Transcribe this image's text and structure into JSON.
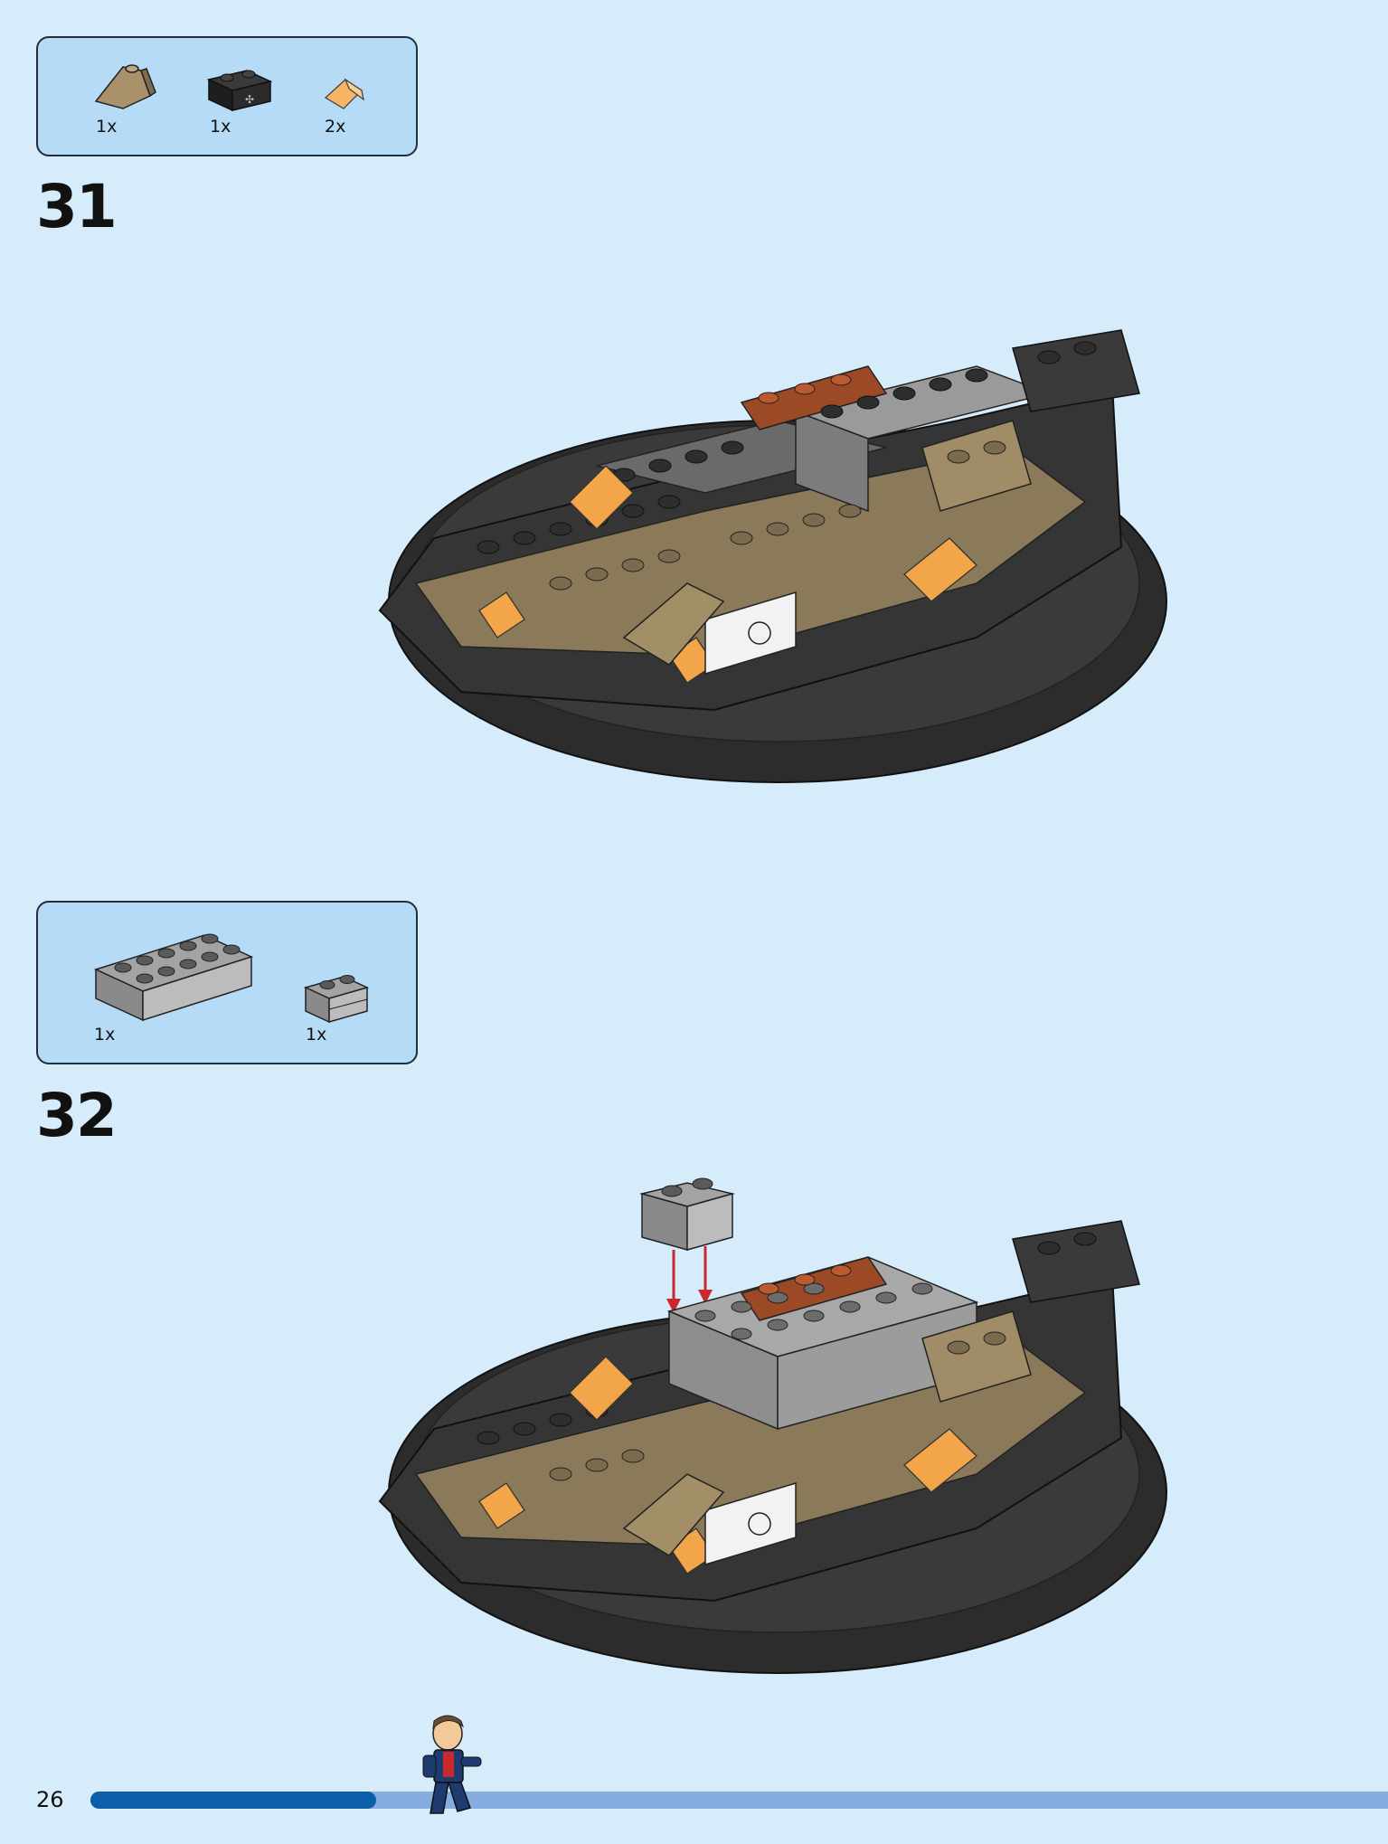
{
  "steps": [
    {
      "number": "31",
      "parts": [
        {
          "name": "tan-slope-2x2",
          "qty": "1x"
        },
        {
          "name": "black-technic-brick-1x2",
          "qty": "1x"
        },
        {
          "name": "trans-orange-slope-1x1",
          "qty": "2x"
        }
      ]
    },
    {
      "number": "32",
      "parts": [
        {
          "name": "grey-brick-2x6",
          "qty": "1x"
        },
        {
          "name": "grey-brick-1x2-modified",
          "qty": "1x"
        }
      ]
    }
  ],
  "footer": {
    "page_number": "26",
    "progress": 0.22
  },
  "colors": {
    "background": "#d6ecfb",
    "parts_box": "#b6dbf6",
    "progress_fill": "#0d5ea8",
    "progress_track": "#87acdf"
  }
}
